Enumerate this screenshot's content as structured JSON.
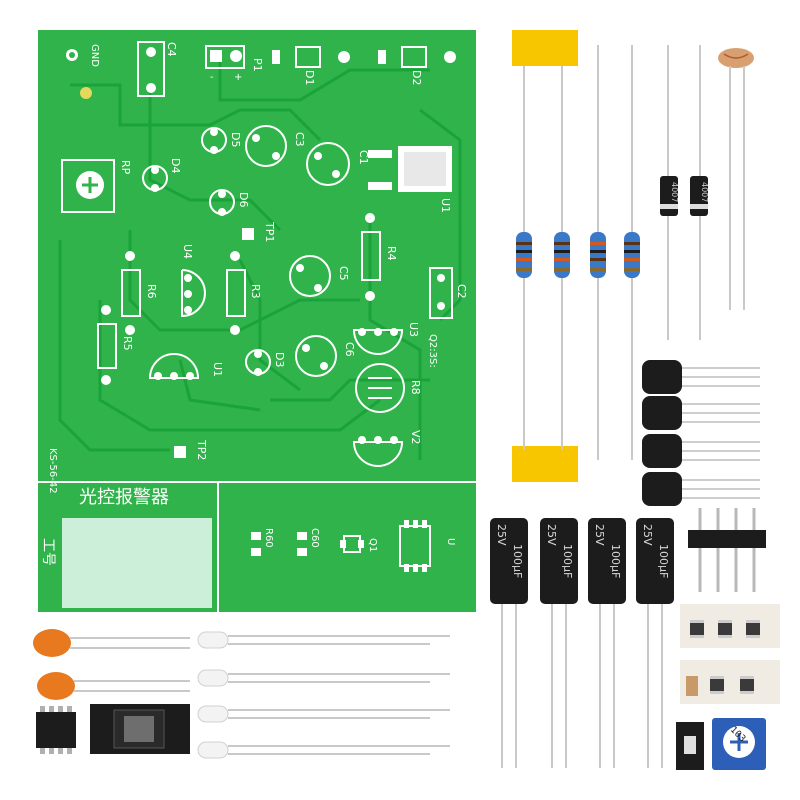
{
  "board": {
    "title": "光控报警器",
    "code": "KS-56-42",
    "q2_note": "Q2:3S:",
    "side_mark": "工号"
  },
  "silkscreen": {
    "gnd": "GND",
    "c4": "C4",
    "p1": "P1",
    "p1_minus": "-",
    "p1_plus": "+",
    "d1": "D1",
    "d2": "D2",
    "d5": "D5",
    "c3": "C3",
    "rp": "RP",
    "d4": "D4",
    "c1": "C1",
    "u1_top": "U1",
    "d6": "D6",
    "tp1": "TP1",
    "r4": "R4",
    "u4": "U4",
    "r3": "R3",
    "r6": "R6",
    "c5": "C5",
    "c2": "C2",
    "r5": "R5",
    "u3": "U3",
    "u1": "U1",
    "d3": "D3",
    "c6": "C6",
    "r8": "R8",
    "tp2": "TP2",
    "v2": "V2",
    "r60": "R60",
    "c60": "C60",
    "q1": "Q1",
    "u": "U"
  },
  "components": {
    "capacitor_marking_line1": "100μF",
    "capacitor_marking_line2": "25V",
    "trimmer_marking": "103",
    "diode_marking": "4007"
  },
  "colors": {
    "pcb_green": "#2fb34a",
    "resistor_blue": "#3a78c8",
    "capacitor_black": "#1c1c1c",
    "ceramic_orange": "#e8791e",
    "tape_yellow": "#f7c600"
  }
}
